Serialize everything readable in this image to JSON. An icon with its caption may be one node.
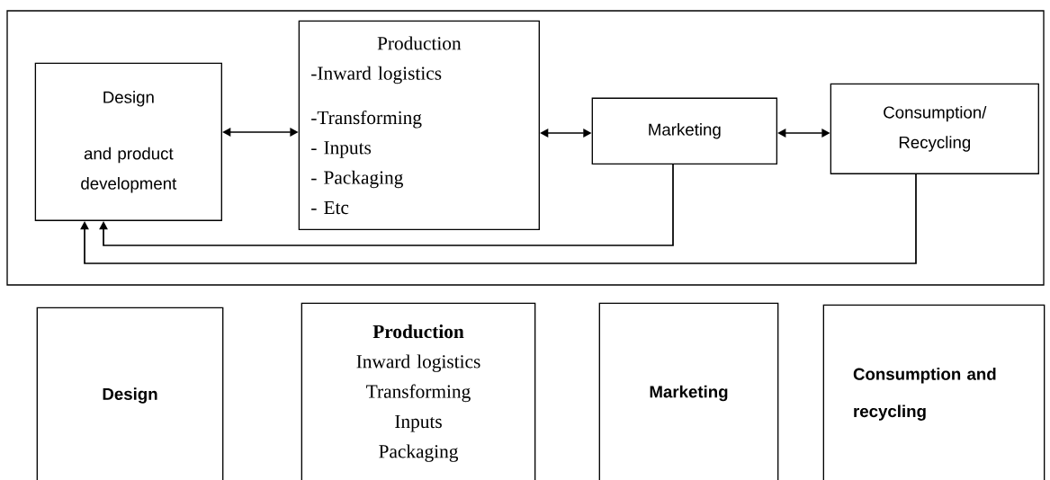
{
  "diagram": {
    "nodes": [
      {
        "text": [],
        "shape": "box"
      },
      {
        "text": [
          "Design",
          "and product development"
        ],
        "in": 0
      },
      {
        "text": [
          "Production",
          "-Inward logistics",
          "-Transforming",
          "- Inputs",
          "- Packaging",
          "- Etc"
        ],
        "in": 0
      },
      {
        "text": [
          "Marketing"
        ],
        "in": 0
      },
      {
        "text": [
          "Consumption/ Recycling"
        ],
        "in": 0
      },
      {
        "text": [
          "Design"
        ]
      },
      {
        "text": [
          "Production",
          "Inward logistics",
          "Transforming",
          "Inputs",
          "Packaging"
        ]
      },
      {
        "text": [
          "Marketing"
        ]
      },
      {
        "text": [
          "Consumption and recycling"
        ]
      }
    ],
    "edges": [
      {
        "from": 1,
        "to": 2,
        "arrow": "both"
      },
      {
        "from": 2,
        "to": 3,
        "arrow": "both"
      },
      {
        "from": 3,
        "to": 4,
        "arrow": "both"
      },
      {
        "from": 3,
        "to": 1,
        "arrow": "to"
      },
      {
        "from": 4,
        "to": 1,
        "arrow": "to"
      }
    ]
  }
}
